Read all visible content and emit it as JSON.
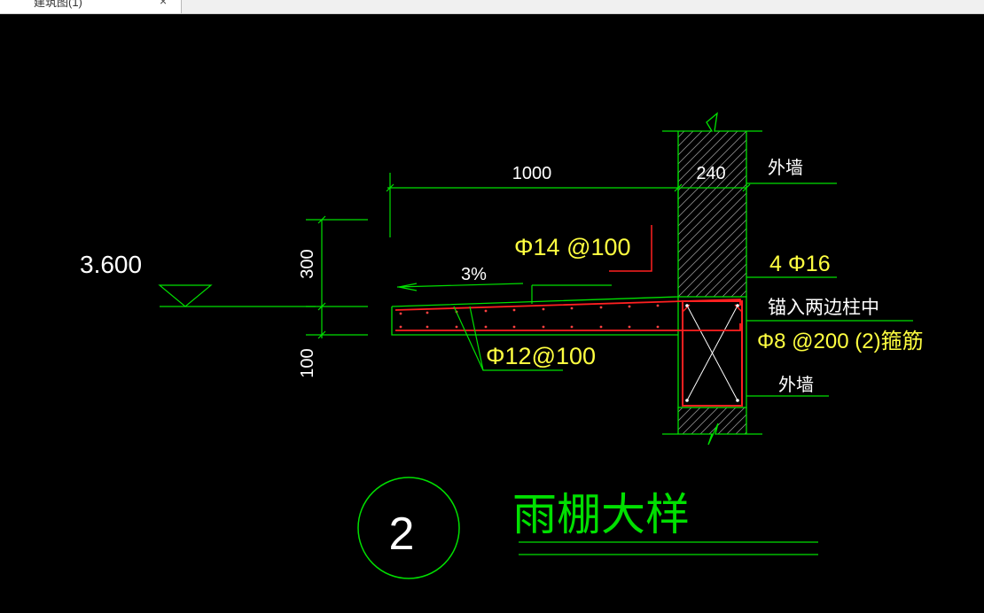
{
  "tab": {
    "title": "建筑图(1)",
    "close_glyph": "×"
  },
  "drawing": {
    "dim_width": "1000",
    "dim_wall": "240",
    "dim_height": "300",
    "dim_thickness": "100",
    "elevation": "3.600",
    "slope": "3%",
    "rebar_top": "Φ14 @100",
    "rebar_bottom": "Φ12@100",
    "beam_bars": "4 Φ16",
    "anchor_note": "锚入两边柱中",
    "stirrup": "Φ8 @200 (2)箍筋",
    "wall_label_top": "外墙",
    "wall_label_bottom": "外墙",
    "detail_number": "2",
    "detail_title": "雨棚大样"
  },
  "colors": {
    "background": "#000000",
    "green": "#00e000",
    "yellow": "#ffff40",
    "white": "#ffffff",
    "red": "#ff2020",
    "hatch": "#8a8a8a"
  }
}
